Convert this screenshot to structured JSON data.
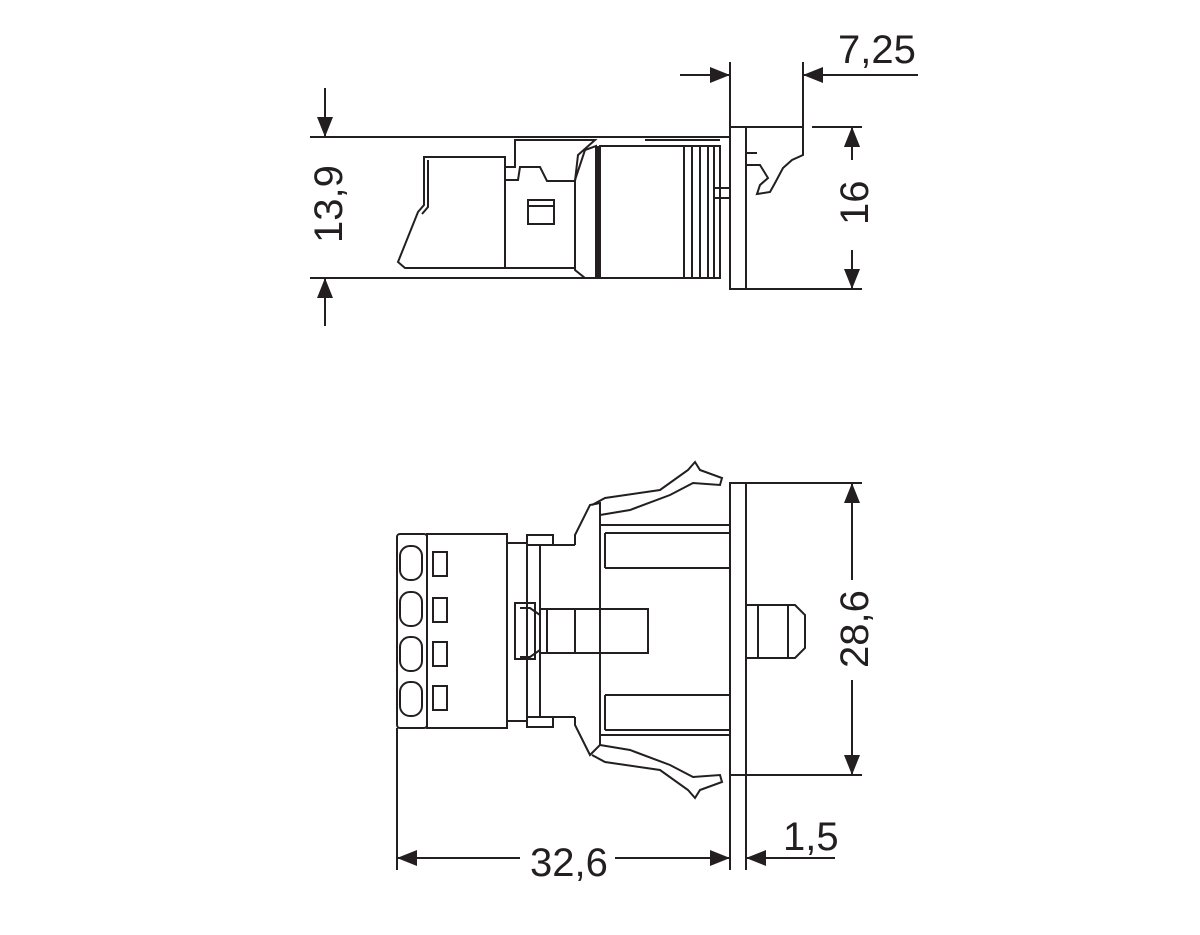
{
  "drawing": {
    "type": "technical dimension drawing",
    "views": [
      "side-view",
      "top-view"
    ],
    "line_color": "#231f20",
    "background": "#ffffff"
  },
  "dimensions": {
    "side_height": "13,9",
    "flange_height": "16",
    "clip_offset": "7,25",
    "top_width": "28,6",
    "length": "32,6",
    "flange_thickness": "1,5"
  }
}
